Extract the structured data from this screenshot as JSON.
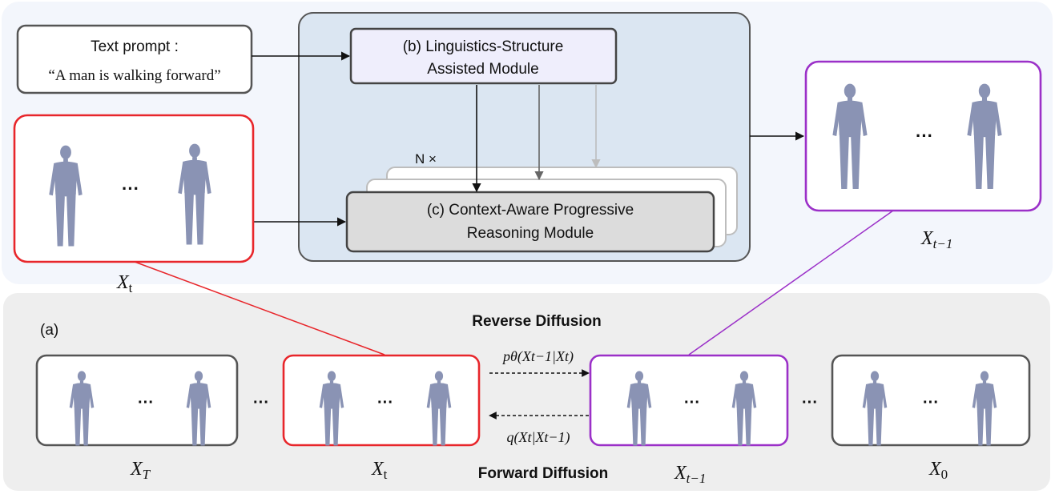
{
  "colors": {
    "top_panel_bg": "#f3f6fc",
    "bottom_panel_bg": "#eeeeee",
    "model_box_bg": "#dbe6f2",
    "linguistics_box_bg": "#efeefc",
    "reasoning_box_bg": "#dcdcdc",
    "red_accent": "#e8262b",
    "purple_accent": "#9b30c8",
    "gray_border": "#555555",
    "figure_color": "#8a93b4"
  },
  "top": {
    "text_prompt_title": "Text prompt :",
    "text_prompt_quote": "“A man is walking forward”",
    "module_b_line1": "(b)  Linguistics-Structure",
    "module_b_line2": "Assisted Module",
    "n_times": "N ×",
    "module_c_line1": "(c)  Context-Aware Progressive",
    "module_c_line2": "Reasoning Module",
    "ellipsis": "···",
    "xt_label": "X",
    "xt_sub": "t",
    "xt1_label": "X",
    "xt1_sub": "t−1"
  },
  "bottom": {
    "panel_label": "(a)",
    "reverse_title": "Reverse Diffusion",
    "forward_title": "Forward  Diffusion",
    "reverse_formula": "pθ(Xt−1|Xt)",
    "forward_formula": "q(Xt|Xt−1)",
    "ellipsis": "···",
    "labels": {
      "xT": "X",
      "xT_sub": "T",
      "xt": "X",
      "xt_sub": "t",
      "xt1": "X",
      "xt1_sub": "t−1",
      "x0": "X",
      "x0_sub": "0"
    }
  }
}
